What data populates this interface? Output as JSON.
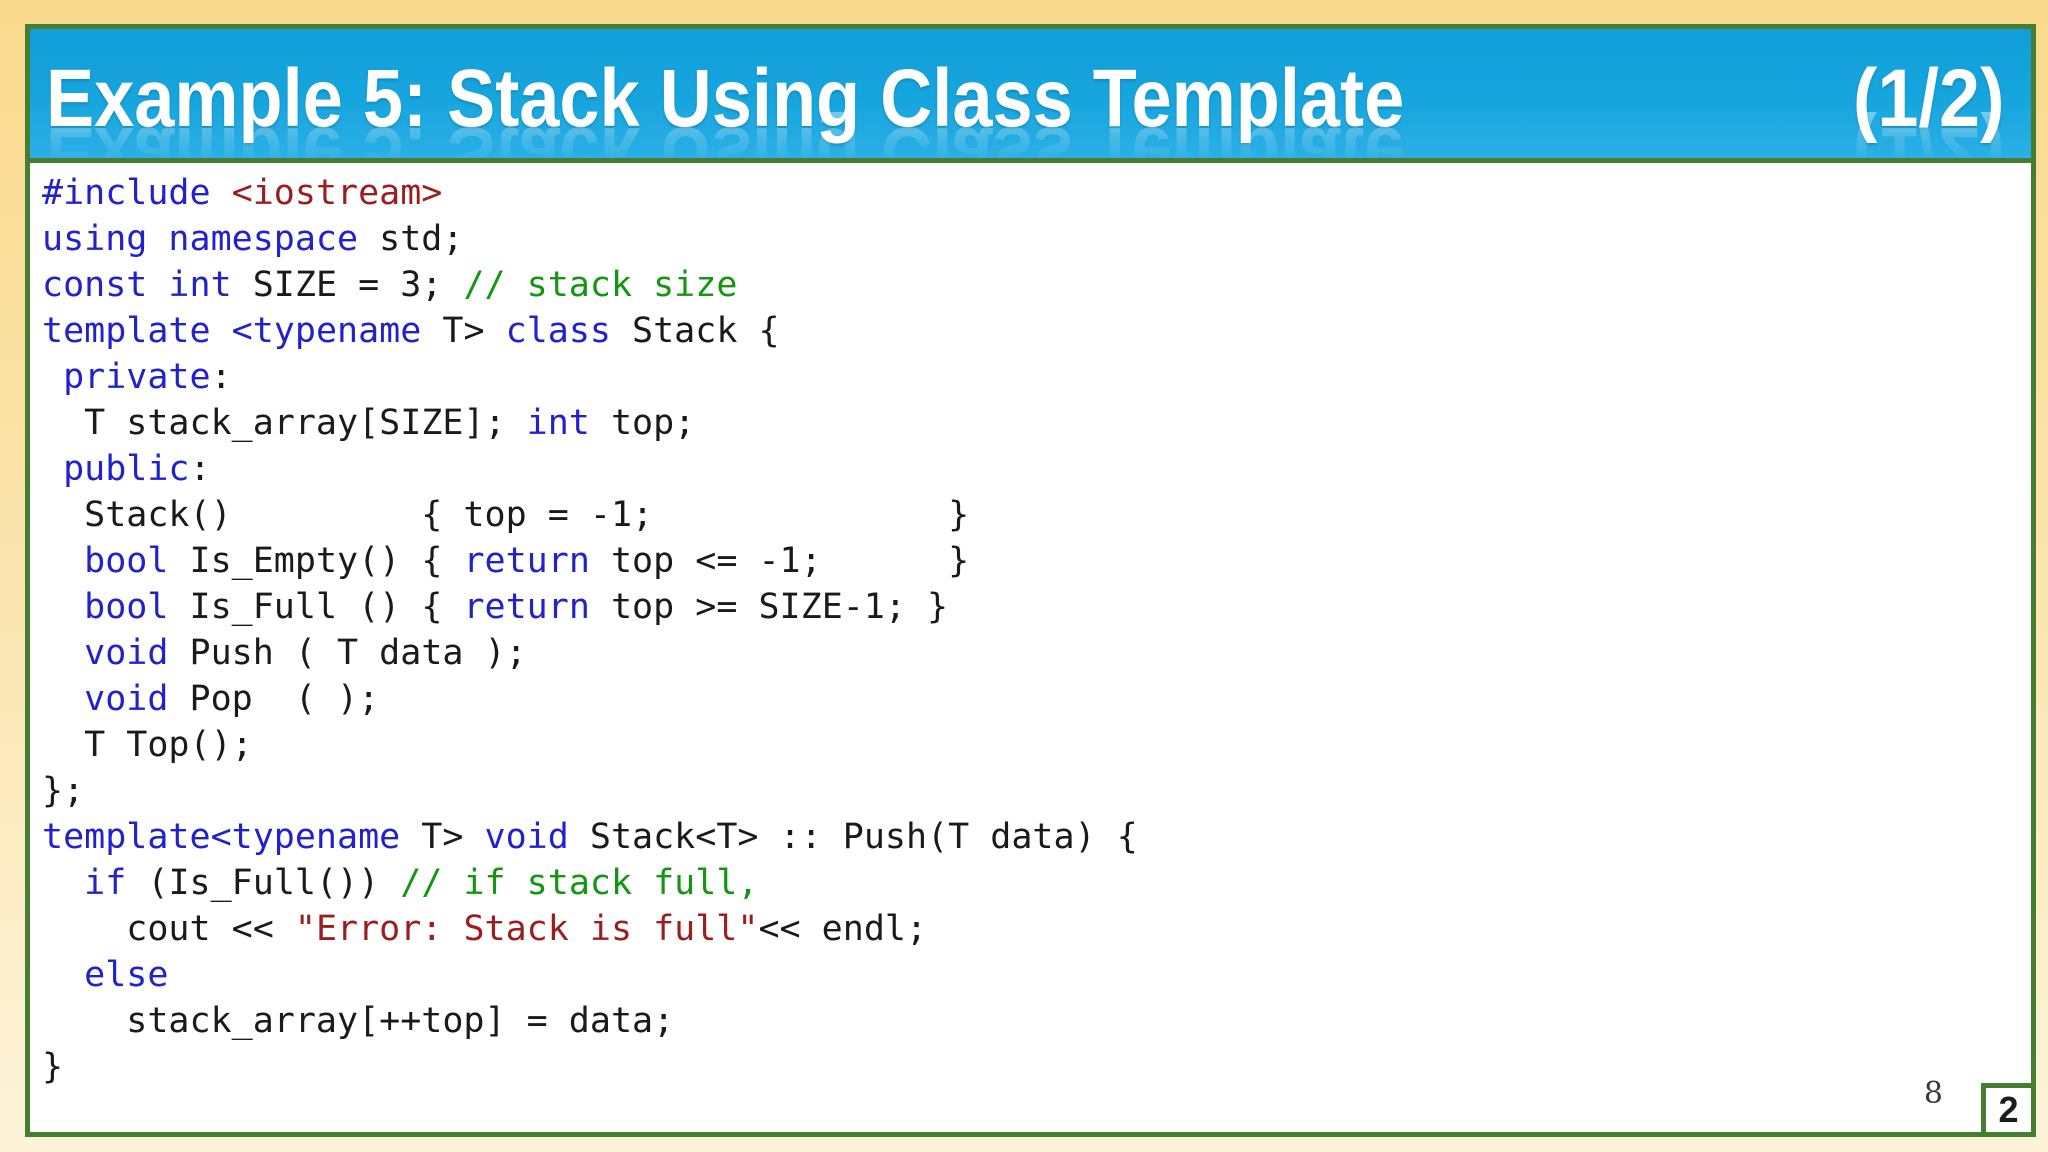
{
  "header": {
    "title": "Example 5: Stack Using Class Template",
    "page_indicator": "(1/2)"
  },
  "footer": {
    "slide_number_small": "8",
    "slide_number_box": "2"
  },
  "colors": {
    "header_blue": "#17A5DE",
    "border_green": "#457E33",
    "bg_top": "#F9D98C",
    "bg_bottom": "#FCF3D8",
    "title_text": "#FFFFFF",
    "keyword": "#2222CC",
    "string": "#9B1E1E",
    "comment": "#149614",
    "plain": "#1A1A1A"
  },
  "code": {
    "lines": [
      [
        {
          "t": "#include",
          "c": "kw"
        },
        {
          "t": " ",
          "c": "pl"
        },
        {
          "t": "<iostream>",
          "c": "str"
        }
      ],
      [
        {
          "t": "using namespace",
          "c": "kw"
        },
        {
          "t": " std;",
          "c": "pl"
        }
      ],
      [
        {
          "t": "const int",
          "c": "kw"
        },
        {
          "t": " SIZE = 3; ",
          "c": "pl"
        },
        {
          "t": "// stack size",
          "c": "com"
        }
      ],
      [
        {
          "t": "template",
          "c": "kw"
        },
        {
          "t": " ",
          "c": "pl"
        },
        {
          "t": "<typename",
          "c": "kw"
        },
        {
          "t": " T> ",
          "c": "pl"
        },
        {
          "t": "class",
          "c": "kw"
        },
        {
          "t": " Stack {",
          "c": "pl"
        }
      ],
      [
        {
          "t": " ",
          "c": "pl"
        },
        {
          "t": "private",
          "c": "kw"
        },
        {
          "t": ":",
          "c": "pl"
        }
      ],
      [
        {
          "t": "  T stack_array[SIZE]; ",
          "c": "pl"
        },
        {
          "t": "int",
          "c": "kw"
        },
        {
          "t": " top;",
          "c": "pl"
        }
      ],
      [
        {
          "t": " ",
          "c": "pl"
        },
        {
          "t": "public",
          "c": "kw"
        },
        {
          "t": ":",
          "c": "pl"
        }
      ],
      [
        {
          "t": "  Stack()         { top = -1;              }",
          "c": "pl"
        }
      ],
      [
        {
          "t": "  ",
          "c": "pl"
        },
        {
          "t": "bool",
          "c": "kw"
        },
        {
          "t": " Is_Empty() { ",
          "c": "pl"
        },
        {
          "t": "return",
          "c": "kw"
        },
        {
          "t": " top <= -1;      }",
          "c": "pl"
        }
      ],
      [
        {
          "t": "  ",
          "c": "pl"
        },
        {
          "t": "bool",
          "c": "kw"
        },
        {
          "t": " Is_Full () { ",
          "c": "pl"
        },
        {
          "t": "return",
          "c": "kw"
        },
        {
          "t": " top >= SIZE-1; }",
          "c": "pl"
        }
      ],
      [
        {
          "t": "  ",
          "c": "pl"
        },
        {
          "t": "void",
          "c": "kw"
        },
        {
          "t": " Push ( T data );",
          "c": "pl"
        }
      ],
      [
        {
          "t": "  ",
          "c": "pl"
        },
        {
          "t": "void",
          "c": "kw"
        },
        {
          "t": " Pop  ( );",
          "c": "pl"
        }
      ],
      [
        {
          "t": "  T Top();",
          "c": "pl"
        }
      ],
      [
        {
          "t": "};",
          "c": "pl"
        }
      ],
      [
        {
          "t": "template<typename",
          "c": "kw"
        },
        {
          "t": " T> ",
          "c": "pl"
        },
        {
          "t": "void",
          "c": "kw"
        },
        {
          "t": " Stack<T> :: Push(T data) {",
          "c": "pl"
        }
      ],
      [
        {
          "t": "  ",
          "c": "pl"
        },
        {
          "t": "if",
          "c": "kw"
        },
        {
          "t": " (Is_Full()) ",
          "c": "pl"
        },
        {
          "t": "// if stack full,",
          "c": "com"
        }
      ],
      [
        {
          "t": "    cout << ",
          "c": "pl"
        },
        {
          "t": "\"Error: Stack is full\"",
          "c": "str"
        },
        {
          "t": "<< endl;",
          "c": "pl"
        }
      ],
      [
        {
          "t": "  ",
          "c": "pl"
        },
        {
          "t": "else",
          "c": "kw"
        }
      ],
      [
        {
          "t": "    stack_array[++top] = data;",
          "c": "pl"
        }
      ],
      [
        {
          "t": "}",
          "c": "pl"
        }
      ]
    ]
  }
}
